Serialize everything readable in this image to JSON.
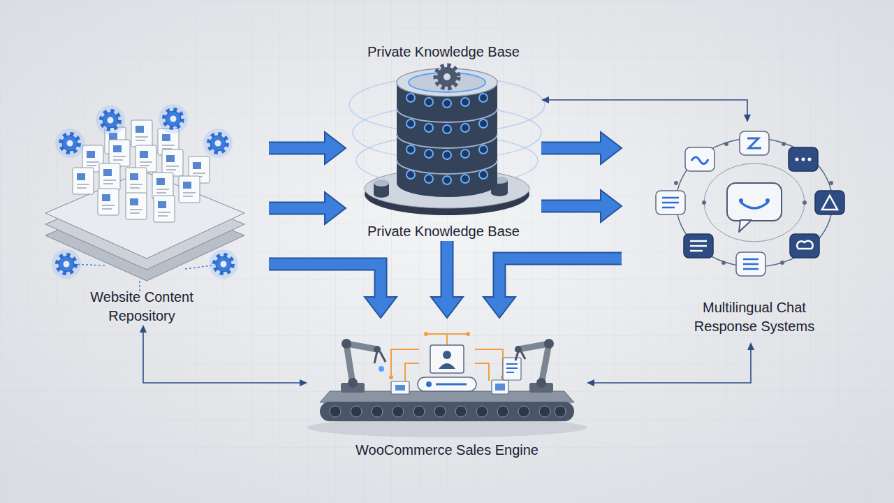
{
  "diagram": {
    "nodes": [
      {
        "text": [
          "Private Knowledge Base",
          "Private Knowledge Base"
        ]
      },
      {
        "text": [
          "Website Content Repository"
        ]
      },
      {
        "text": [
          "Multilingual Chat Response Systems"
        ]
      },
      {
        "text": [
          "WooCommerce Sales Engine"
        ]
      }
    ],
    "edges": [
      {
        "from": 1,
        "to": 0,
        "arrow": "to"
      },
      {
        "from": 1,
        "to": 0,
        "arrow": "to"
      },
      {
        "from": 0,
        "to": 2,
        "arrow": "to"
      },
      {
        "from": 0,
        "to": 2,
        "arrow": "to"
      },
      {
        "from": 0,
        "to": 2,
        "arrow": "both"
      },
      {
        "from": 0,
        "to": 3,
        "arrow": "to"
      },
      {
        "from": 1,
        "to": 3,
        "arrow": "to"
      },
      {
        "from": 2,
        "to": 3,
        "arrow": "to"
      },
      {
        "from": 1,
        "to": 3,
        "arrow": "both"
      },
      {
        "from": 3,
        "to": 2,
        "arrow": "both"
      }
    ]
  }
}
